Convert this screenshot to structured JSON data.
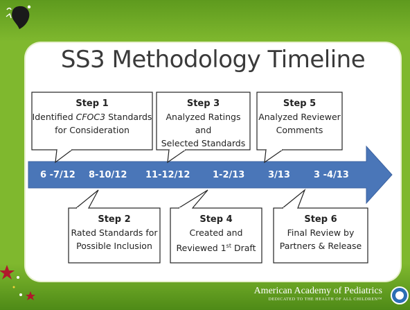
{
  "slide": {
    "title": "SS3 Methodology Timeline"
  },
  "timeline": {
    "arrow_color": "#4a76b8",
    "dates": [
      "6 -7/12",
      "8-10/12",
      "11-12/12",
      "1-2/13",
      "3/13",
      "3 -4/13"
    ],
    "steps": [
      {
        "label": "Step 1",
        "lines": [
          "Identified CFOC3 Standards",
          "for Consideration"
        ]
      },
      {
        "label": "Step 2",
        "lines": [
          "Rated Standards for",
          "Possible Inclusion"
        ]
      },
      {
        "label": "Step 3",
        "lines": [
          "Analyzed Ratings and",
          "Selected Standards"
        ]
      },
      {
        "label": "Step 4",
        "lines": [
          "Created and",
          "Reviewed 1st Draft"
        ]
      },
      {
        "label": "Step 5",
        "lines": [
          "Analyzed Reviewer",
          "Comments"
        ]
      },
      {
        "label": "Step 6",
        "lines": [
          "Final Review by",
          "Partners & Release"
        ]
      }
    ]
  },
  "footer": {
    "org_name": "American Academy of Pediatrics",
    "tagline": "DEDICATED TO THE HEALTH OF ALL CHILDREN™"
  },
  "colors": {
    "background_green": "#7fb82e",
    "star": "#b0182c"
  }
}
